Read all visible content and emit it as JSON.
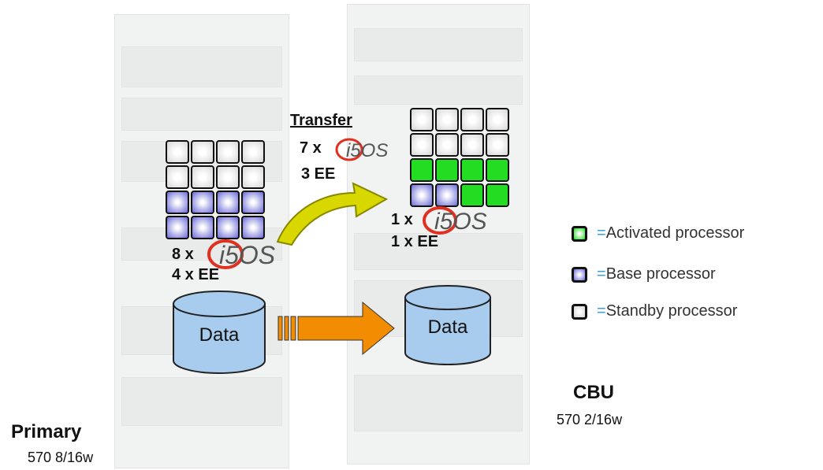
{
  "left_system": {
    "processor_grid": [
      "standby",
      "standby",
      "standby",
      "standby",
      "standby",
      "standby",
      "standby",
      "standby",
      "base",
      "base",
      "base",
      "base",
      "base",
      "base",
      "base",
      "base"
    ],
    "os_count_label": "8 x",
    "os_logo_text": "i5OS",
    "ee_label": "4 x EE",
    "data_label": "Data",
    "name": "Primary",
    "model": "570 8/16w"
  },
  "right_system": {
    "processor_grid": [
      "standby",
      "standby",
      "standby",
      "standby",
      "standby",
      "standby",
      "standby",
      "standby",
      "activated",
      "activated",
      "activated",
      "activated",
      "base",
      "base",
      "activated",
      "activated"
    ],
    "os_count_label": "1 x",
    "os_logo_text": "i5OS",
    "ee_label": "1 x EE",
    "data_label": "Data",
    "name": "CBU",
    "model": "570 2/16w"
  },
  "transfer": {
    "title": "Transfer",
    "os_count_label": "7 x",
    "os_logo_text": "i5OS",
    "ee_label": "3 EE"
  },
  "legend": [
    {
      "type": "activated",
      "eq": "=",
      "label": "Activated processor"
    },
    {
      "type": "base",
      "eq": "=",
      "label": "Base processor"
    },
    {
      "type": "standby",
      "eq": "=",
      "label": "Standby processor"
    }
  ],
  "colors": {
    "activated": "#22dd22",
    "base": "#6a6ad6",
    "standby": "#d6d6d6",
    "cylinder_fill": "#a8ccee",
    "arrow_orange": "#f28c00",
    "arrow_yellow": "#d8d800"
  }
}
